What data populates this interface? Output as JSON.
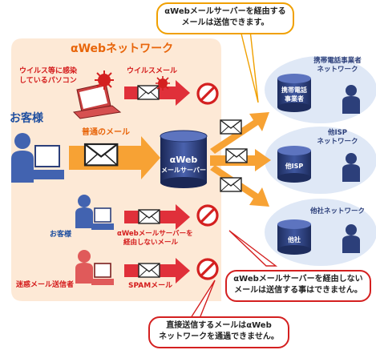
{
  "network_title": "αWebネットワーク",
  "callouts": {
    "top": [
      "αWebメールサーバーを経由する",
      "メールは送信できます。"
    ],
    "mid": [
      "αWebメールサーバーを経由しない",
      "メールは送信する事はできません。"
    ],
    "bottom": [
      "直接送信するメールはαWeb",
      "ネットワークを通過できません。"
    ]
  },
  "labels": {
    "infected_pc": [
      "ウイルス等に感染",
      "しているパソコン"
    ],
    "virus_mail": "ウイルスメール",
    "customer_main": "お客様",
    "normal_mail": "普通のメール",
    "server_name": [
      "αWeb",
      "メールサーバー"
    ],
    "customer_small": "お客様",
    "bypass_mail": [
      "αWebメールサーバーを",
      "経由しないメール"
    ],
    "spammer": "迷惑メール送信者",
    "spam_mail": "SPAMメール"
  },
  "destinations": [
    {
      "title": [
        "携帯電話事業者",
        "ネットワーク"
      ],
      "db": [
        "携帯電話",
        "事業者"
      ]
    },
    {
      "title": [
        "他ISP",
        "ネットワーク"
      ],
      "db": [
        "他ISP"
      ]
    },
    {
      "title": [
        "他社ネットワーク"
      ],
      "db": [
        "他社"
      ]
    }
  ],
  "colors": {
    "network_bg": "#fde9d6",
    "orange_arrow": "#f7a234",
    "red_arrow": "#e0303a",
    "callout_border": "#f0a000",
    "callout_border_red": "#d42020",
    "person_blue": "#4263b0",
    "person_red": "#e05a5a",
    "db_navy": "#2c3f7a",
    "dest_bg": "#dfe8f6"
  }
}
